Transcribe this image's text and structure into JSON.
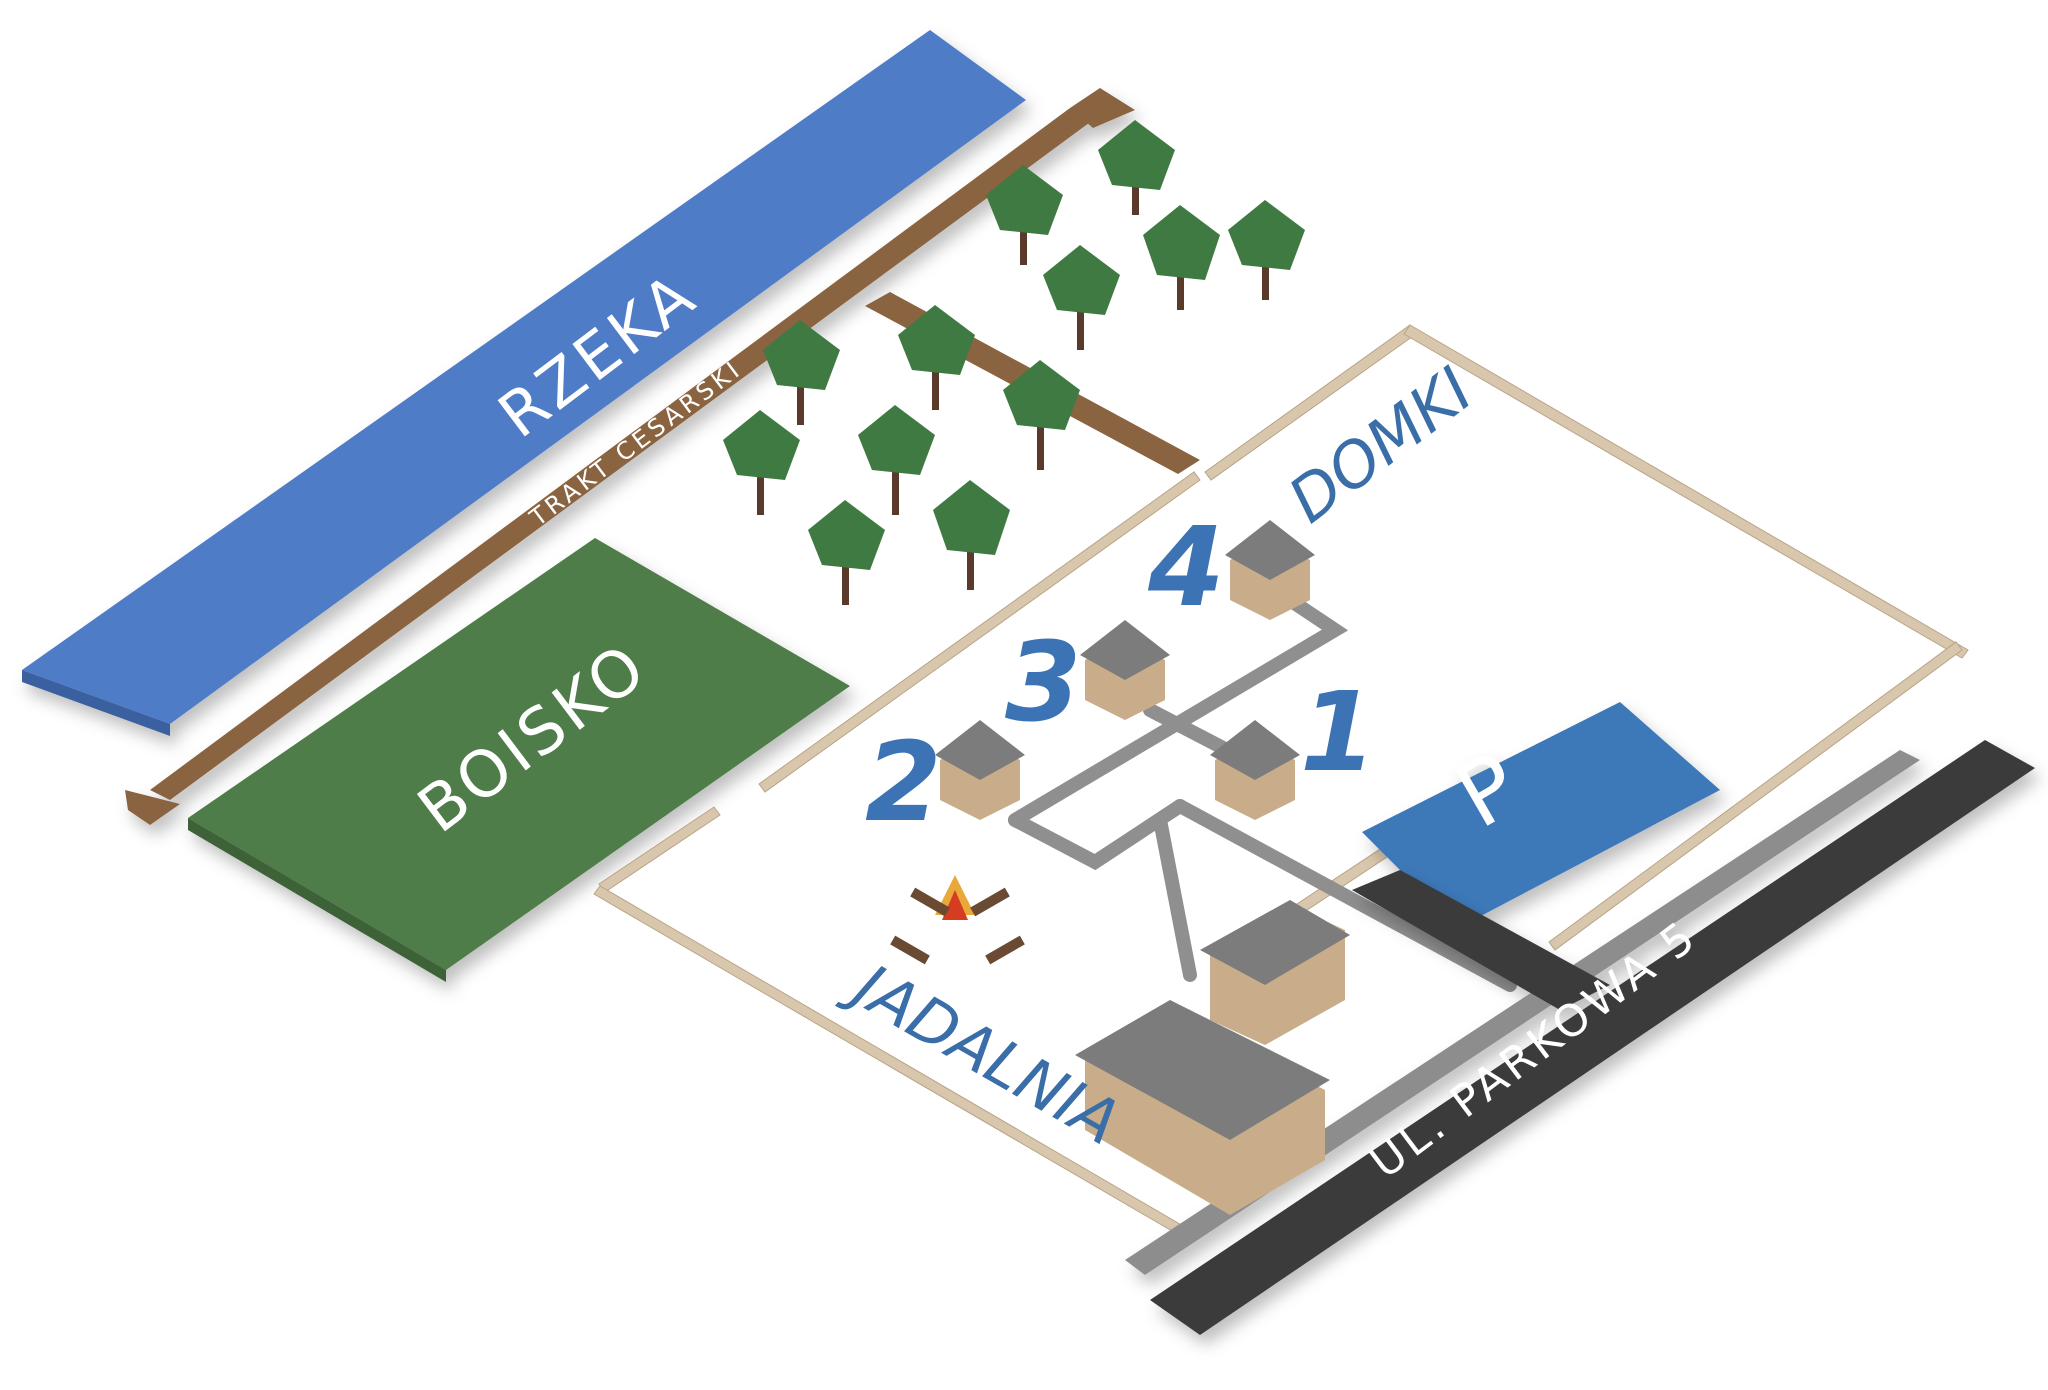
{
  "labels": {
    "river": "RZEKA",
    "road": "TRAKT CESARSKI",
    "field": "BOISKO",
    "cabins": "DOMKI",
    "dining": "JADALNIA",
    "street": "UL. PARKOWA 5",
    "parking": "P"
  },
  "cabins": [
    {
      "number": "1"
    },
    {
      "number": "2"
    },
    {
      "number": "3"
    },
    {
      "number": "4"
    }
  ],
  "colors": {
    "river": "#4f7cc7",
    "field": "#4f7d4a",
    "road": "#8a6440",
    "parking": "#3d78b8",
    "street": "#3a3a3a",
    "sidewalk": "#8d8d8d",
    "fence": "#d9c7ad",
    "tree": "#3f7a43",
    "roof": "#7c7c7c",
    "wall": "#c9ad8a",
    "label_blue": "#3a6ea8"
  }
}
